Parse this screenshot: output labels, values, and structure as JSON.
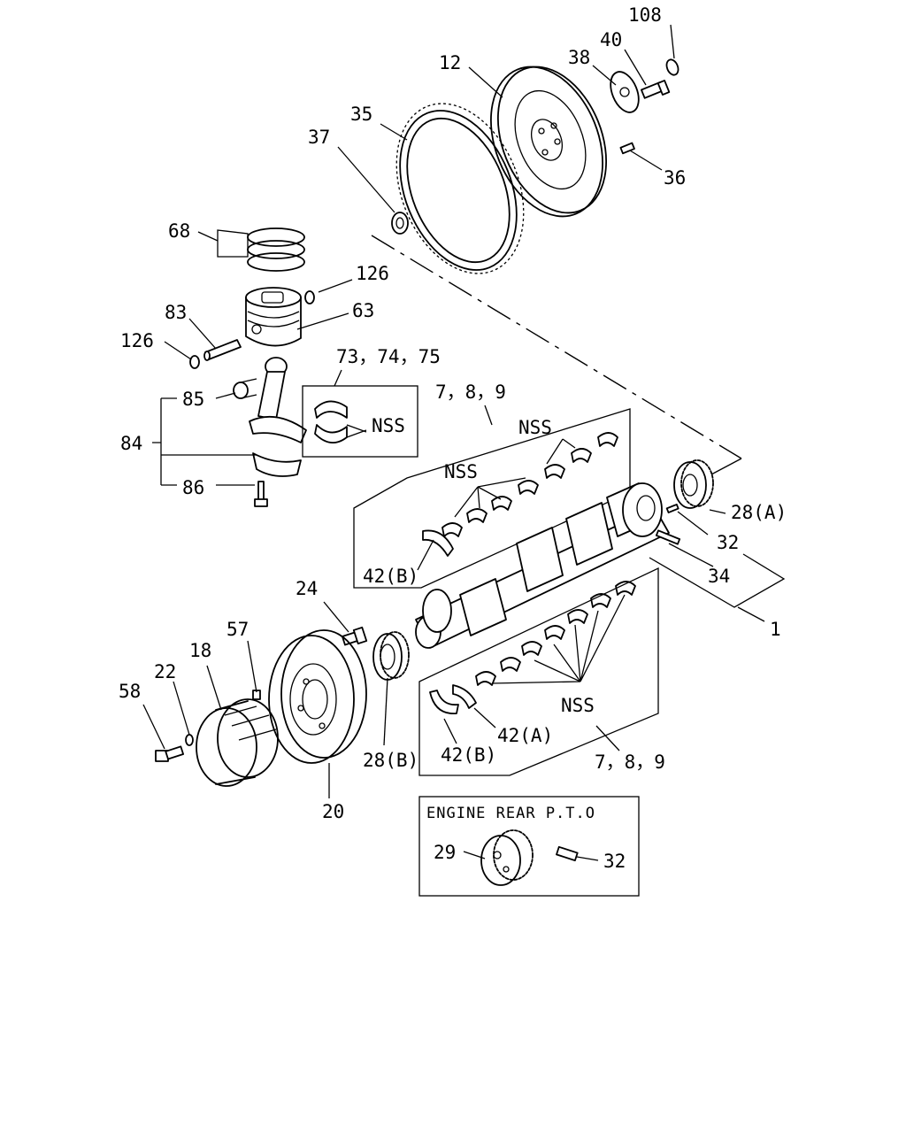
{
  "labels": {
    "l108": "108",
    "l40": "40",
    "l38": "38",
    "l12": "12",
    "l35": "35",
    "l37": "37",
    "l36": "36",
    "l68": "68",
    "l126a": "126",
    "l63": "63",
    "l83": "83",
    "l126b": "126",
    "l737475": "73，74，75",
    "l85": "85",
    "l84": "84",
    "l86": "86",
    "l789a": "7，8，9",
    "l789b": "7，8，9",
    "nss1": "NSS",
    "nss2": "NSS",
    "nss3": "NSS",
    "nss4": "NSS",
    "l28a": "28(A)",
    "l32a": "32",
    "l34": "34",
    "l1": "1",
    "l42b1": "42(B)",
    "l42b2": "42(B)",
    "l42a": "42(A)",
    "l24": "24",
    "l57": "57",
    "l18": "18",
    "l22": "22",
    "l58": "58",
    "l20": "20",
    "l28b": "28(B)",
    "l29": "29",
    "l32b": "32"
  },
  "inset": {
    "title": "ENGINE REAR P.T.O"
  }
}
